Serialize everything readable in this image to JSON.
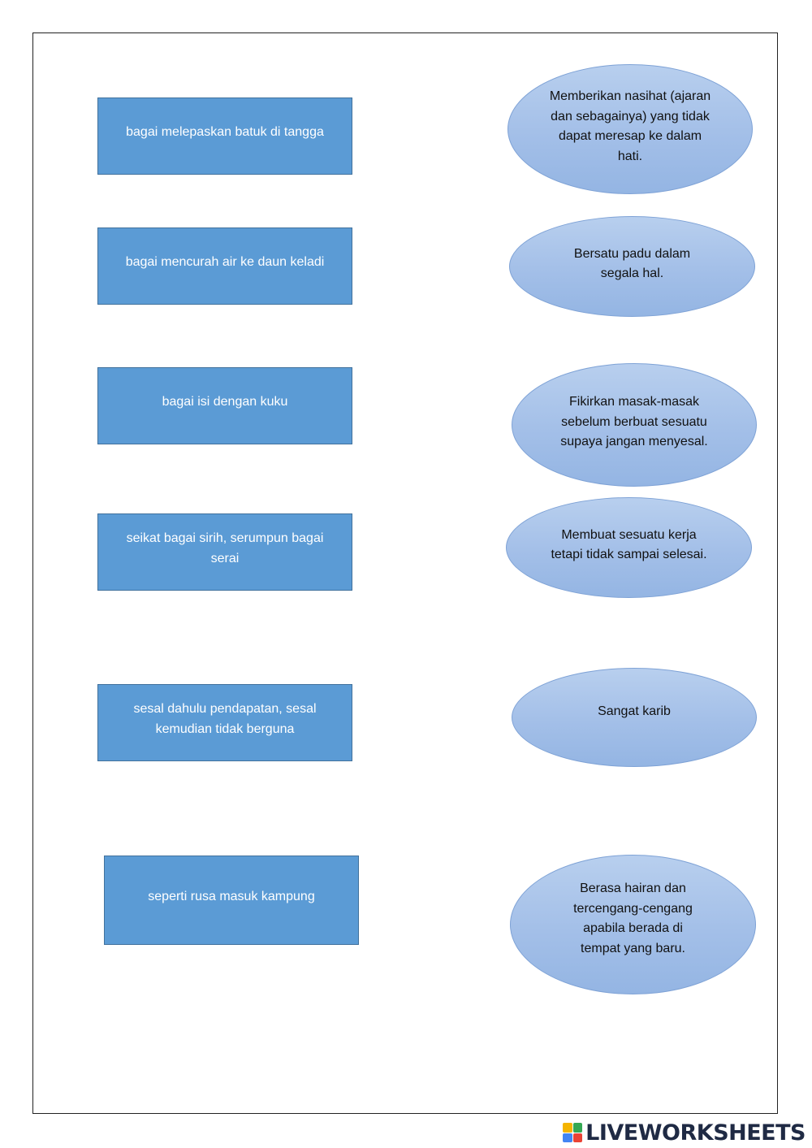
{
  "left_items": [
    "bagai melepaskan batuk di tangga",
    "bagai mencurah air ke daun keladi",
    "bagai isi dengan kuku",
    "seikat bagai sirih, serumpun bagai serai",
    "sesal dahulu pendapatan, sesal kemudian tidak berguna",
    "seperti rusa masuk kampung"
  ],
  "right_items": [
    "Memberikan nasihat (ajaran dan sebagainya) yang tidak dapat meresap ke dalam hati.",
    "Bersatu padu dalam segala hal.",
    "Fikirkan masak-masak sebelum berbuat sesuatu supaya jangan menyesal.",
    "Membuat sesuatu kerja tetapi tidak sampai selesai.",
    "Sangat karib",
    "Berasa hairan dan tercengang-cengang apabila berada di tempat yang baru."
  ],
  "brand": {
    "name": "LIVEWORKSHEETS",
    "logo_colors": [
      "#f4b400",
      "#34a853",
      "#4285f4",
      "#ea4335"
    ]
  },
  "colors": {
    "box_fill": "#5b9bd5",
    "box_border": "#41719c",
    "oval_fill": "#a3bfe8",
    "oval_border": "#7ea2d6"
  }
}
